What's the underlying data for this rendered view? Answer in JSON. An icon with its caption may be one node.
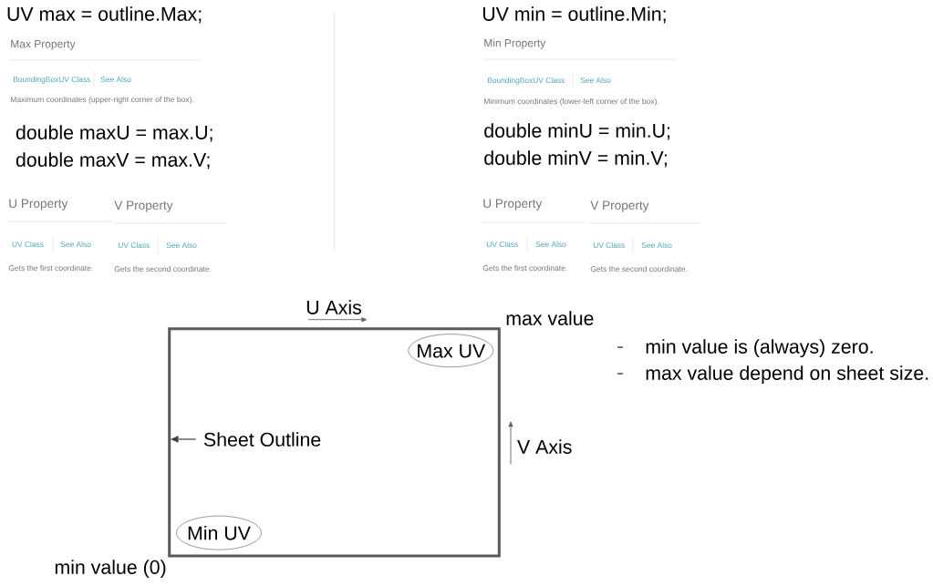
{
  "diagram": {
    "nodes": [
      {
        "text": [],
        "shape": "box"
      },
      {
        "text": [
          "Max UV"
        ],
        "in": 0
      },
      {
        "text": [
          "Sheet Outline"
        ],
        "in": 0
      },
      {
        "text": [
          "Min UV"
        ],
        "in": 0
      }
    ],
    "edges": [
      {
        "from": 2,
        "to": 0,
        "arrow": "to"
      }
    ],
    "labels": [
      "UV max = outline.Max;",
      "Max Property",
      "BoundingBoxUV Class",
      "See Also",
      "Maximum coordinates (upper-right corner of the box).",
      "double maxU = max.U;",
      "double maxV = max.V;",
      "U Property",
      "V Property",
      "UV Class",
      "See Also",
      "UV Class",
      "See Also",
      "Gets the first coordinate.",
      "Gets the second coordinate.",
      "UV min = outline.Min;",
      "Min Property",
      "BoundingBoxUV Class",
      "See Also",
      "Minimum coordinates (lower-left corner of the box).",
      "double minU = min.U;",
      "double minV = min.V;",
      "U Property",
      "V Property",
      "UV Class",
      "See Also",
      "UV Class",
      "See Also",
      "Gets the first coordinate.",
      "Gets the second coordinate.",
      "U Axis",
      "max value",
      "min value is (always) zero.",
      "max value depend on sheet size.",
      "V Axis",
      "min value (0)"
    ]
  }
}
